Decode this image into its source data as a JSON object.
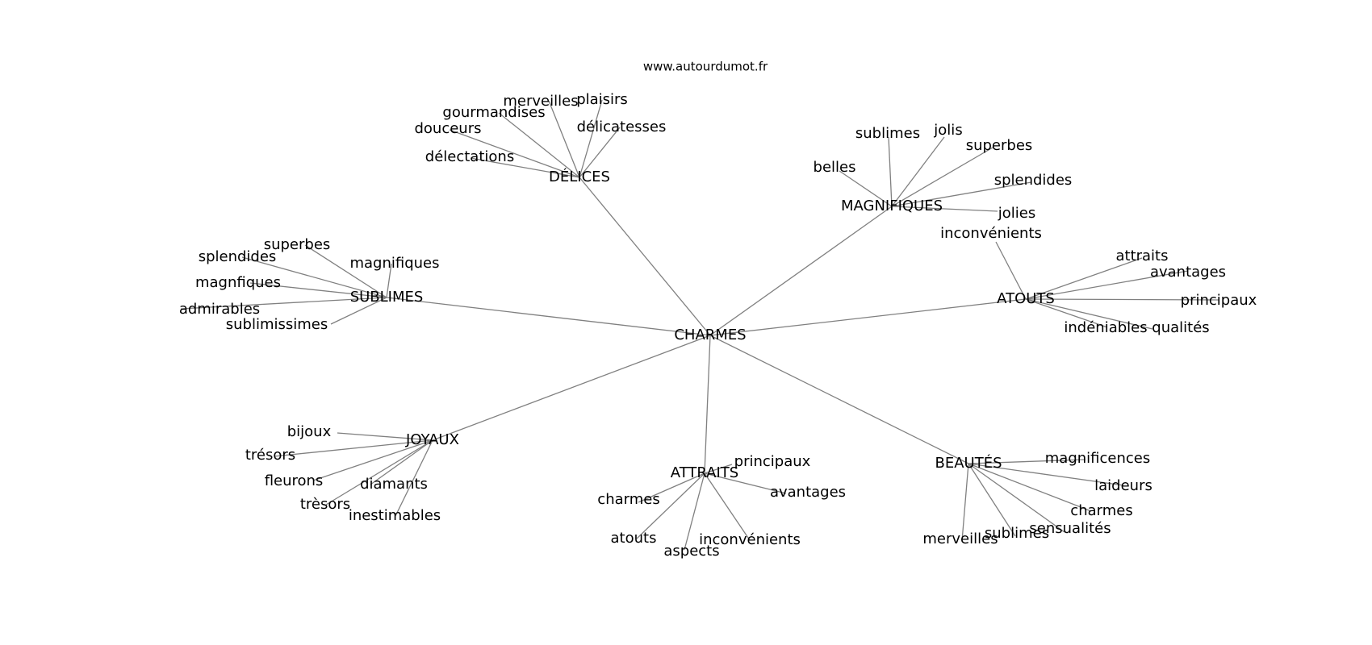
{
  "site": "www.autourdumot.fr",
  "root": "CHARMES",
  "groups": [
    {
      "hub": "DÉLICES",
      "words": [
        "merveilles",
        "plaisirs",
        "gourmandises",
        "douceurs",
        "délicatesses",
        "délectations"
      ]
    },
    {
      "hub": "MAGNIFIQUES",
      "words": [
        "sublimes",
        "jolis",
        "superbes",
        "belles",
        "splendides",
        "jolies"
      ]
    },
    {
      "hub": "ATOUTS",
      "words": [
        "inconvénients",
        "attraits",
        "avantages",
        "principaux",
        "indéniables",
        "qualités"
      ]
    },
    {
      "hub": "SUBLIMES",
      "words": [
        "superbes",
        "splendides",
        "magnifiques",
        "magnfiques",
        "admirables",
        "sublimissimes"
      ]
    },
    {
      "hub": "JOYAUX",
      "words": [
        "bijoux",
        "trésors",
        "fleurons",
        "diamants",
        "très­ors",
        "inestimables"
      ]
    },
    {
      "hub": "ATTRAITS",
      "words": [
        "principaux",
        "charmes",
        "avantages",
        "atouts",
        "inconvénients",
        "aspects"
      ]
    },
    {
      "hub": "BEAUTÉS",
      "words": [
        "magnificences",
        "laideurs",
        "charmes",
        "sensualités",
        "sublimes",
        "merveilles"
      ]
    }
  ]
}
